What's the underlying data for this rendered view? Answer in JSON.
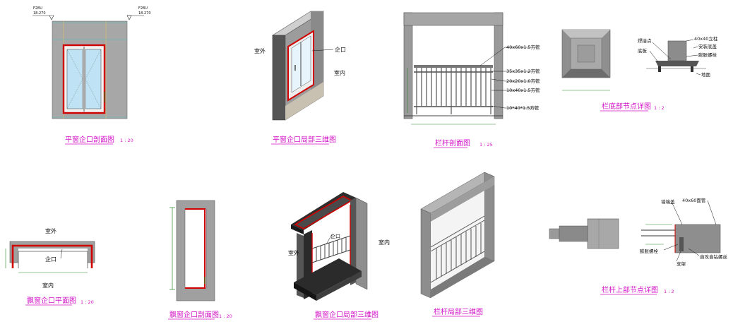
{
  "drawings": {
    "d1": {
      "title": "平窗企口剖面图",
      "scale": "1 : 20",
      "level_tag_left": "F28U",
      "level_val_left": "18.270",
      "level_tag_right": "F28U",
      "level_val_right": "18.270"
    },
    "d2": {
      "title": "平窗企口局部三维图",
      "label_outside": "室外",
      "label_inside": "室内",
      "label_tongue": "企口"
    },
    "d3": {
      "title": "栏杆剖面图",
      "scale": "1 : 25",
      "callouts": [
        "40x60x1.5方管",
        "35x35x1.2方管",
        "20x20x1.0方管",
        "10x40x1.5方管",
        "10*40*1.5方管"
      ]
    },
    "d4": {
      "title": "栏底部节点详图",
      "scale": "1 : 2",
      "callouts": [
        "焊接点",
        "底板",
        "40x40立柱",
        "安装底盖",
        "膨胀螺栓",
        "地面"
      ]
    },
    "d5": {
      "title": "飘窗企口平面图",
      "scale": "1 : 20",
      "label_outside": "室外",
      "label_inside": "室内",
      "label_tongue": "企口"
    },
    "d6": {
      "title": "飘窗企口剖面图",
      "scale": "1 : 20"
    },
    "d7": {
      "title": "飘窗企口局部三维图",
      "label_outside": "室外",
      "label_inside": "室内",
      "label_tongue": "企口"
    },
    "d8": {
      "title": "栏杆局部三维图"
    },
    "d9": {
      "title": "栏杆上部节点详图",
      "scale": "1 : 2",
      "callouts": [
        "墙端盖",
        "40x60面管",
        "膨胀螺栓",
        "支架",
        "自攻自钻螺丝"
      ]
    }
  },
  "colors": {
    "title": "#d414c8",
    "frame_red": "#d00000",
    "dim_green": "#2a8a2a",
    "wall_gray": "#9a9a9a",
    "wall_dark": "#5a5a5a",
    "glass": "#bfe3f5"
  }
}
